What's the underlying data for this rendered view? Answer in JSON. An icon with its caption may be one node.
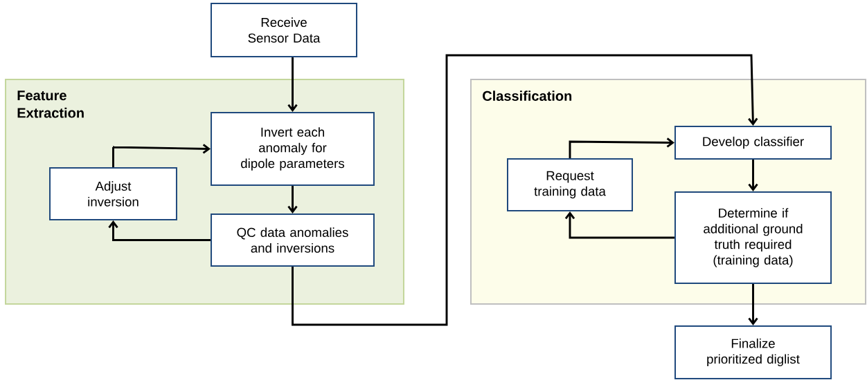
{
  "diagram": {
    "nodes": [
      {
        "text": [
          "Receive Sensor Data"
        ]
      },
      {
        "text": [
          "Feature Extraction"
        ]
      },
      {
        "text": [
          "Invert each anomaly for dipole parameters"
        ],
        "in": 1
      },
      {
        "text": [
          "Adjust inversion"
        ],
        "in": 1
      },
      {
        "text": [
          "QC data anomalies and inversions"
        ],
        "in": 1
      },
      {
        "text": [
          "Classification"
        ]
      },
      {
        "text": [
          "Develop classifier"
        ],
        "in": 5
      },
      {
        "text": [
          "Request training data"
        ],
        "in": 5
      },
      {
        "text": [
          "Determine if additional ground truth required (training data)"
        ],
        "in": 5
      },
      {
        "text": [
          "Finalize prioritized diglist"
        ]
      }
    ],
    "edges": [
      {
        "from": 0,
        "to": 2,
        "arrow": "to"
      },
      {
        "from": 2,
        "to": 4,
        "arrow": "to"
      },
      {
        "from": 4,
        "to": 3,
        "arrow": "to"
      },
      {
        "from": 3,
        "to": 2,
        "arrow": "to"
      },
      {
        "from": 4,
        "to": 6,
        "arrow": "to"
      },
      {
        "from": 6,
        "to": 8,
        "arrow": "to"
      },
      {
        "from": 8,
        "to": 7,
        "arrow": "to"
      },
      {
        "from": 7,
        "to": 6,
        "arrow": "to"
      },
      {
        "from": 8,
        "to": 9,
        "arrow": "to"
      }
    ]
  }
}
